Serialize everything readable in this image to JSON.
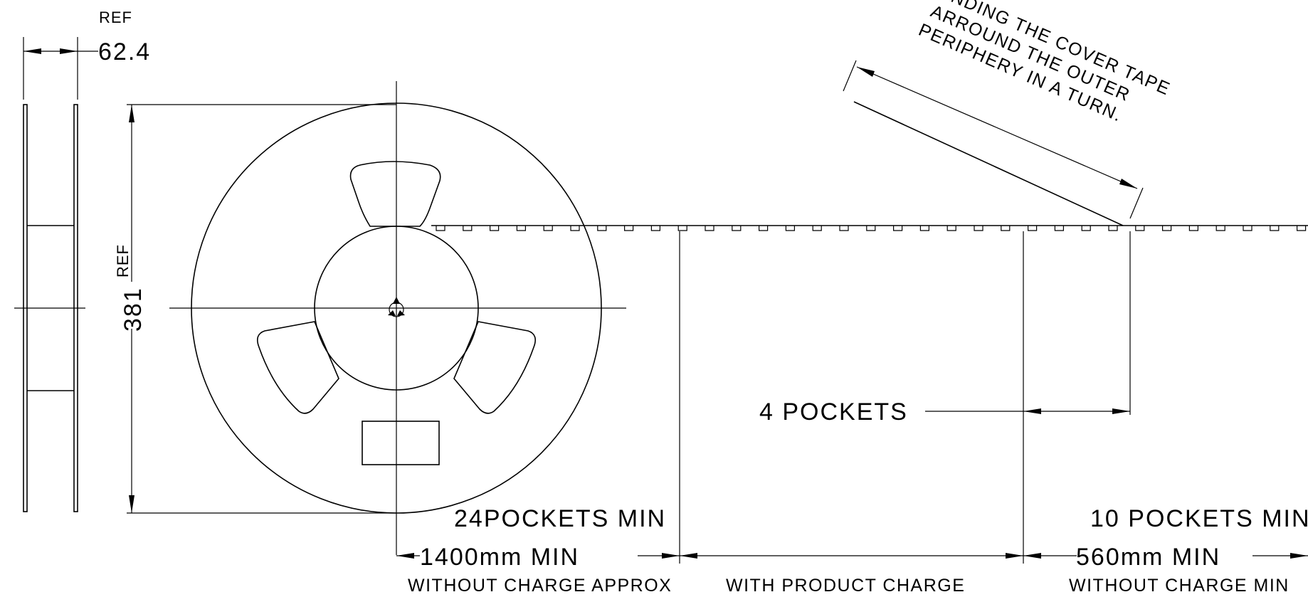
{
  "drawing": {
    "side_view": {
      "ref_label": "REF",
      "width_value": "62.4"
    },
    "reel": {
      "ref_label": "REF",
      "diameter_value": "381"
    },
    "leader_note": {
      "lines": [
        "WINDING THE COVER TAPE",
        "ARROUND THE OUTER",
        "PERIPHERY IN A TURN."
      ]
    },
    "dimensions": {
      "four_pockets": "4 POCKETS",
      "trailer_pockets": "24POCKETS MIN",
      "leader_pockets": "10 POCKETS MIN",
      "trailer_length": "1400mm MIN",
      "leader_length": "560mm MIN"
    },
    "section_captions": {
      "trailer": "WITHOUT CHARGE APPROX",
      "product": "WITH PRODUCT CHARGE",
      "leader": "WITHOUT CHARGE MIN"
    }
  }
}
